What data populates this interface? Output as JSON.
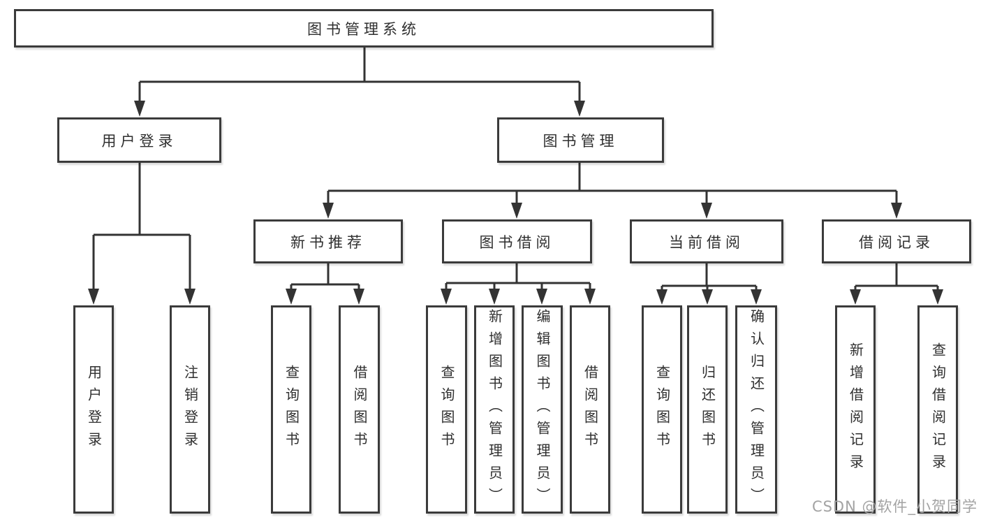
{
  "colors": {
    "background": "#ffffff",
    "box_border": "#3b3b3b",
    "connector": "#333333",
    "text": "#2f2f2f",
    "watermark": "#a3a3a3"
  },
  "nodes": {
    "root": {
      "label": "图书管理系统"
    },
    "user_login": {
      "label": "用户登录"
    },
    "book_management": {
      "label": "图书管理"
    },
    "new_book_recommend": {
      "label": "新书推荐"
    },
    "book_borrowing": {
      "label": "图书借阅"
    },
    "current_borrowing": {
      "label": "当前借阅"
    },
    "borrowing_records": {
      "label": "借阅记录"
    },
    "leaf_user_login": {
      "label": "用户登录"
    },
    "leaf_logout": {
      "label": "注销登录"
    },
    "leaf_query_books_recommend": {
      "label": "查询图书"
    },
    "leaf_borrow_books_recommend": {
      "label": "借阅图书"
    },
    "leaf_query_books_borrowing": {
      "label": "查询图书"
    },
    "leaf_add_books_admin": {
      "label": "新增图书（管理员）"
    },
    "leaf_edit_books_admin": {
      "label": "编辑图书（管理员）"
    },
    "leaf_borrow_books_borrowing": {
      "label": "借阅图书"
    },
    "leaf_query_books_current": {
      "label": "查询图书"
    },
    "leaf_return_books": {
      "label": "归还图书"
    },
    "leaf_confirm_return_admin": {
      "label": "确认归还（管理员）"
    },
    "leaf_add_borrow_record": {
      "label": "新增借阅记录"
    },
    "leaf_query_borrow_record": {
      "label": "查询借阅记录"
    }
  },
  "hierarchy": {
    "root": [
      "user_login",
      "book_management"
    ],
    "user_login": [
      "leaf_user_login",
      "leaf_logout"
    ],
    "book_management": [
      "new_book_recommend",
      "book_borrowing",
      "current_borrowing",
      "borrowing_records"
    ],
    "new_book_recommend": [
      "leaf_query_books_recommend",
      "leaf_borrow_books_recommend"
    ],
    "book_borrowing": [
      "leaf_query_books_borrowing",
      "leaf_add_books_admin",
      "leaf_edit_books_admin",
      "leaf_borrow_books_borrowing"
    ],
    "current_borrowing": [
      "leaf_query_books_current",
      "leaf_return_books",
      "leaf_confirm_return_admin"
    ],
    "borrowing_records": [
      "leaf_add_borrow_record",
      "leaf_query_borrow_record"
    ]
  },
  "watermark": {
    "text": "CSDN @软件_小贺同学"
  }
}
